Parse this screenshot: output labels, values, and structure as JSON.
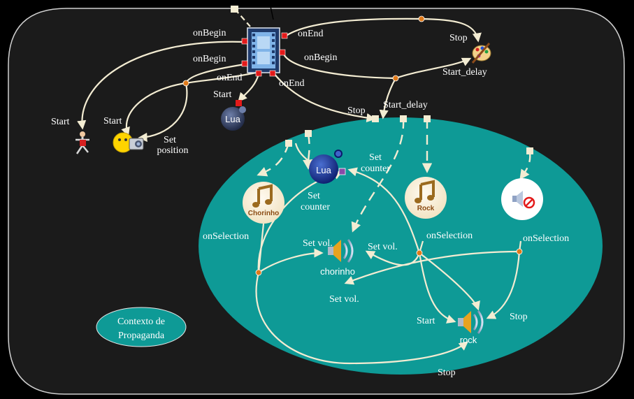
{
  "colors": {
    "background": "#000000",
    "panel": "#1b1b1b",
    "panel_border": "#cfcfcf",
    "teal": "#0e9a96",
    "edge": "#f3ecd2",
    "port_red": "#e31a1a",
    "port_light": "#f3ecd2",
    "junction": "#e07a1a"
  },
  "nodes": {
    "video": {
      "icon": "film-strip-icon"
    },
    "lua_top": {
      "text": "Lua",
      "icon": "lua-icon"
    },
    "lua_inner": {
      "text": "Lua",
      "icon": "lua-icon"
    },
    "actor_start": {
      "icon": "mannequin-icon"
    },
    "camera": {
      "icon": "camera-icon"
    },
    "paint": {
      "icon": "paint-palette-icon"
    },
    "chorinho_btn": {
      "text": "Chorinho",
      "icon": "music-note-icon"
    },
    "rock_btn": {
      "text": "Rock",
      "icon": "music-note-icon"
    },
    "mute_btn": {
      "icon": "mute-speaker-icon"
    },
    "audio_chorinho": {
      "text": "chorinho",
      "icon": "speaker-icon"
    },
    "audio_rock": {
      "text": "rock",
      "icon": "speaker-icon"
    }
  },
  "context_label": {
    "line1": "Contexto de",
    "line2": "Propaganda"
  },
  "labels": {
    "onBegin_1": "onBegin",
    "onBegin_2": "onBegin",
    "onBegin_3": "onBegin",
    "onEnd_1": "onEnd",
    "onEnd_2": "onEnd",
    "onEnd_3": "onEnd",
    "stop_paint": "Stop",
    "start_delay_paint": "Start_delay",
    "start_lua": "Start",
    "start_actor": "Start",
    "start_camera": "Start",
    "set_position_1": "Set",
    "set_position_2": "position",
    "stop_context": "Stop",
    "start_delay_context": "Start_delay",
    "set_counter_right_1": "Set",
    "set_counter_right_2": "counter",
    "set_counter_left_1": "Set",
    "set_counter_left_2": "counter",
    "onSelection_1": "onSelection",
    "onSelection_2": "onSelection",
    "onSelection_3": "onSelection",
    "set_vol_1": "Set vol.",
    "set_vol_2": "Set vol.",
    "set_vol_3": "Set vol.",
    "start_rock": "Start",
    "stop_rock_1": "Stop",
    "stop_rock_2": "Stop"
  }
}
